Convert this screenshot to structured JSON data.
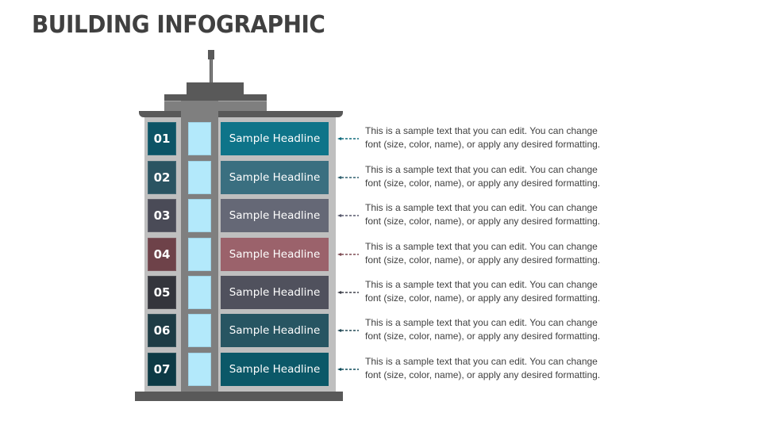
{
  "title": "BUILDING INFOGRAPHIC",
  "building": {
    "colors": {
      "roof_dark": "#595959",
      "column": "#7f7f7f",
      "body": "#bfbfbf",
      "window": "#b3e9fb"
    }
  },
  "rows": [
    {
      "number": "01",
      "headline": "Sample Headline",
      "num_color": "#0c5466",
      "head_color": "#0e7489",
      "arrow_color": "#0e6a7c",
      "text": "This is a sample text that you can edit. You can change font (size, color, name), or apply any desired formatting.",
      "line1": "This is a sample text that you can edit. You can change",
      "line2": "font (size, color, name), or apply any desired formatting."
    },
    {
      "number": "02",
      "headline": "Sample Headline",
      "num_color": "#2a5462",
      "head_color": "#3a6f80",
      "arrow_color": "#2f5f6e",
      "text": "This is a sample text that you can edit. You can change font (size, color, name), or apply any desired formatting.",
      "line1": "This is a sample text that you can edit. You can change",
      "line2": "font (size, color, name), or apply any desired formatting."
    },
    {
      "number": "03",
      "headline": "Sample Headline",
      "num_color": "#4a4b57",
      "head_color": "#656876",
      "arrow_color": "#55576a",
      "text": "This is a sample text that you can edit. You can change font (size, color, name), or apply any desired formatting.",
      "line1": "This is a sample text that you can edit. You can change",
      "line2": "font (size, color, name), or apply any desired formatting."
    },
    {
      "number": "04",
      "headline": "Sample Headline",
      "num_color": "#6e4249",
      "head_color": "#9b626b",
      "arrow_color": "#7d4b53",
      "text": "This is a sample text that you can edit. You can change font (size, color, name), or apply any desired formatting.",
      "line1": "This is a sample text that you can edit. You can change",
      "line2": "font (size, color, name), or apply any desired formatting."
    },
    {
      "number": "05",
      "headline": "Sample Headline",
      "num_color": "#34353c",
      "head_color": "#50515d",
      "arrow_color": "#3f404a",
      "text": "This is a sample text that you can edit. You can change font (size, color, name), or apply any desired formatting.",
      "line1": "This is a sample text that you can edit. You can change",
      "line2": "font (size, color, name), or apply any desired formatting."
    },
    {
      "number": "06",
      "headline": "Sample Headline",
      "num_color": "#1e3c45",
      "head_color": "#275562",
      "arrow_color": "#224955",
      "text": "This is a sample text that you can edit. You can change font (size, color, name), or apply any desired formatting.",
      "line1": "This is a sample text that you can edit. You can change",
      "line2": "font (size, color, name), or apply any desired formatting."
    },
    {
      "number": "07",
      "headline": "Sample Headline",
      "num_color": "#0d3a45",
      "head_color": "#0b5868",
      "arrow_color": "#0c4a58",
      "text": "This is a sample text that you can edit. You can change font (size, color, name), or apply any desired formatting.",
      "line1": "This is a sample text that you can edit. You can change",
      "line2": "font (size, color, name), or apply any desired formatting."
    }
  ]
}
